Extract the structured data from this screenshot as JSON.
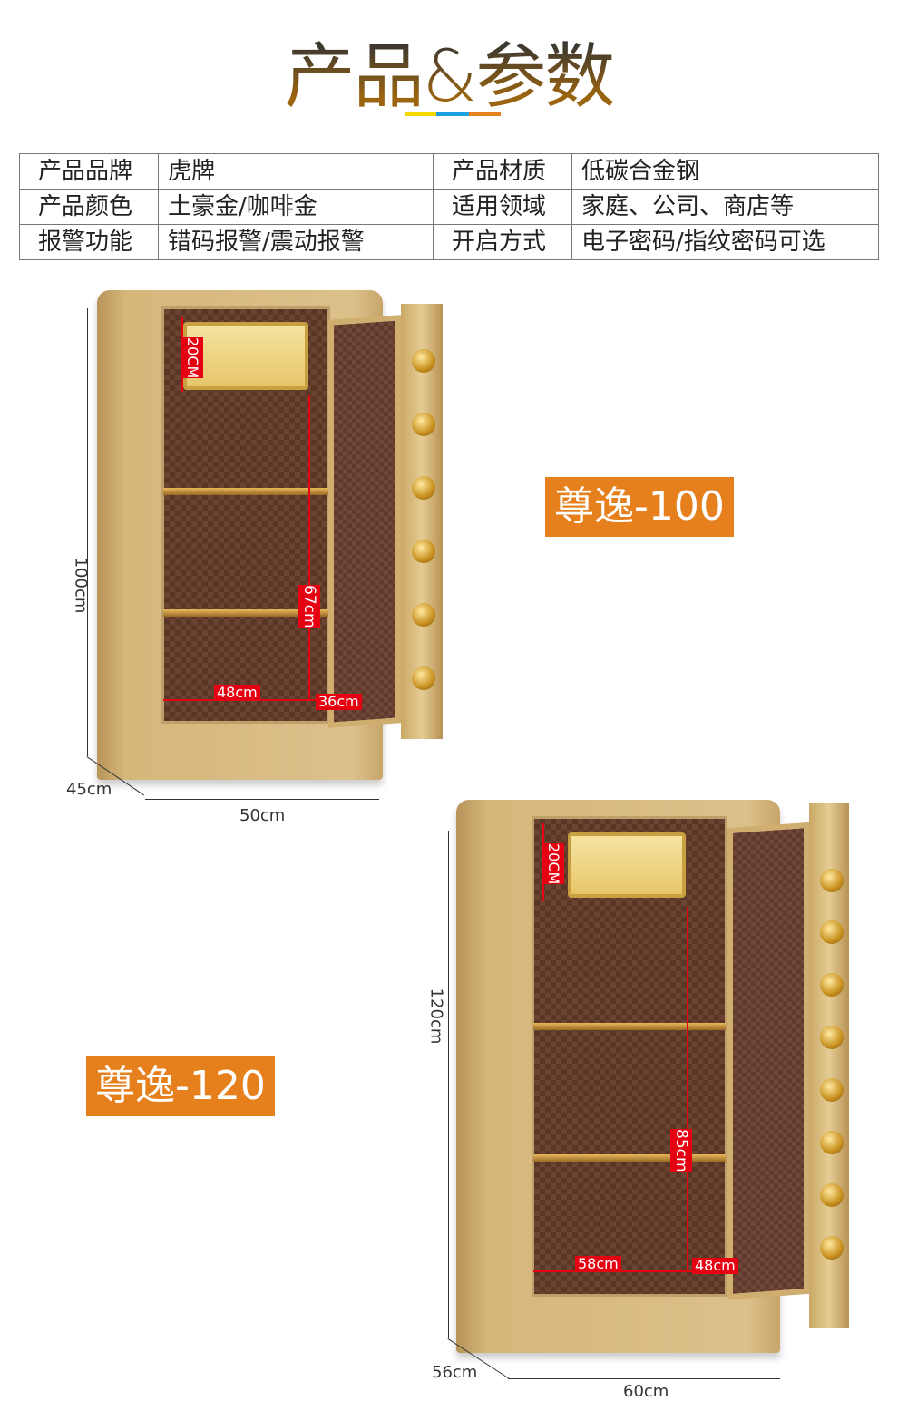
{
  "header": {
    "title": "产品&参数",
    "underline_colors": [
      "#f5d800",
      "#1aa0e0",
      "#e8801c"
    ]
  },
  "spec_table": [
    [
      "产品品牌",
      "虎牌",
      "产品材质",
      "低碳合金钢"
    ],
    [
      "产品颜色",
      "土豪金/咖啡金",
      "适用领域",
      "家庭、公司、商店等"
    ],
    [
      "报警功能",
      "错码报警/震动报警",
      "开启方式",
      "电子密码/指纹密码可选"
    ]
  ],
  "models": [
    {
      "name": "尊逸-100",
      "height": "100cm",
      "depth": "45cm",
      "width": "50cm",
      "drawer": "20CM",
      "inner_width": "48cm",
      "inner_depth": "36cm",
      "inner_height": "67cm"
    },
    {
      "name": "尊逸-120",
      "height": "120cm",
      "depth": "56cm",
      "width": "60cm",
      "drawer": "20CM",
      "inner_width": "58cm",
      "inner_depth": "48cm",
      "inner_height": "85cm"
    }
  ],
  "colors": {
    "badge": "#e6801c",
    "tag": "#e50012"
  }
}
